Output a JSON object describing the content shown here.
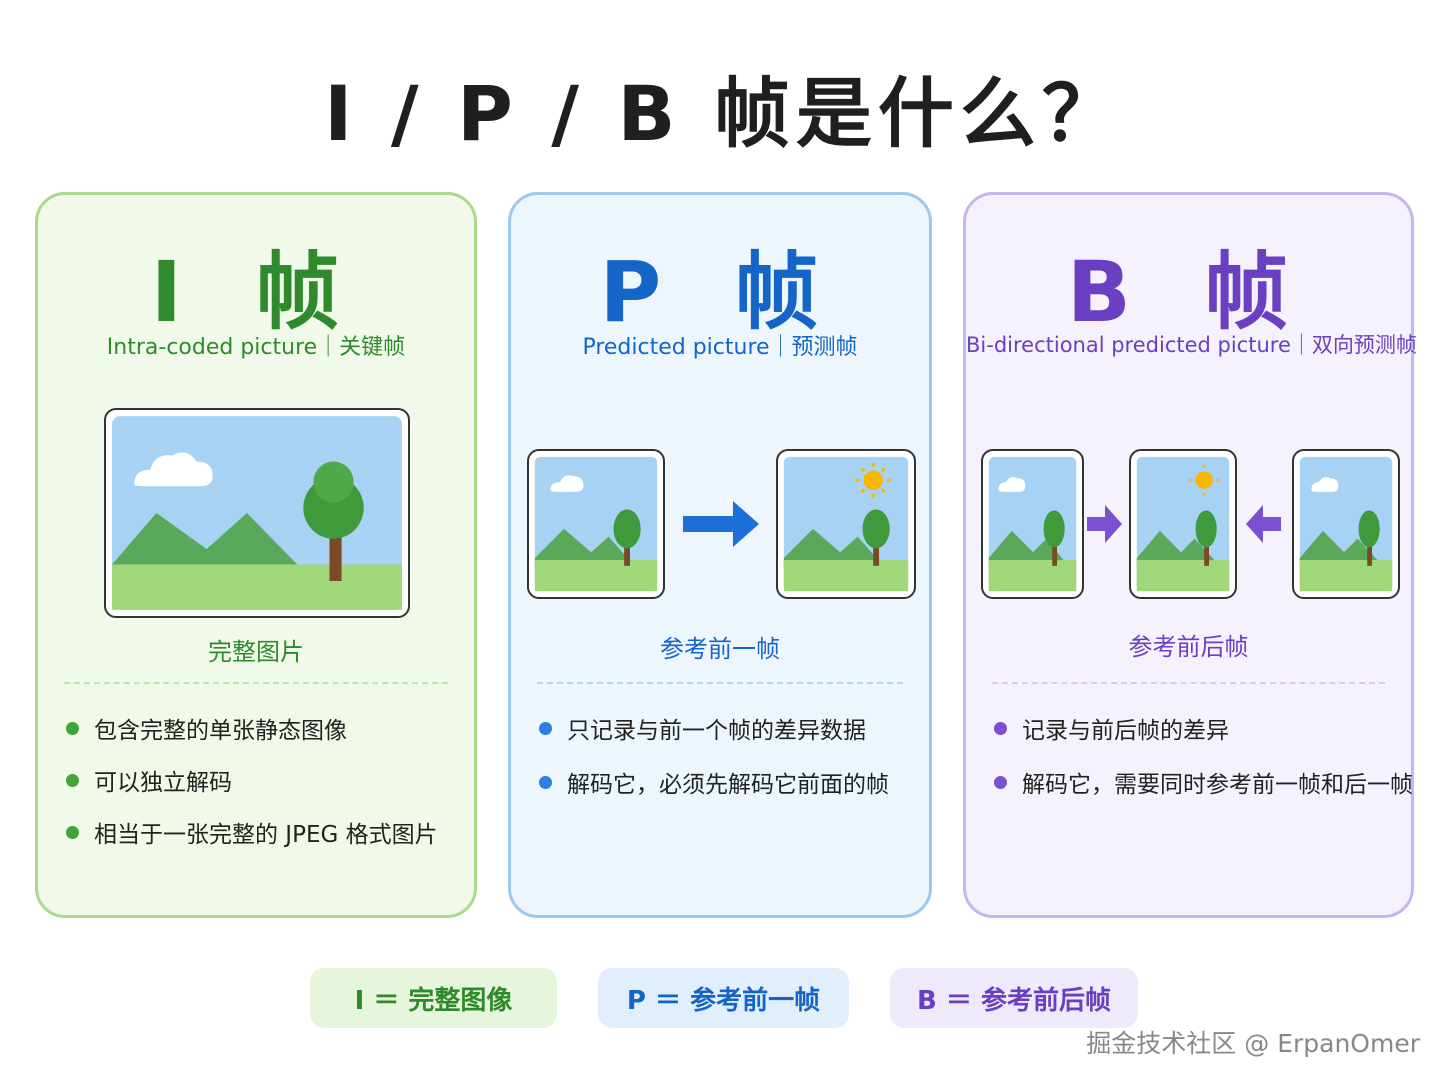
{
  "title": "I / P / B 帧是什么？",
  "colors": {
    "i_accent": "#2f8a2c",
    "p_accent": "#1565c8",
    "b_accent": "#6a3fc2",
    "i_card_bg": "#f1faea",
    "p_card_bg": "#eef6fd",
    "b_card_bg": "#f5f2fd"
  },
  "cards": {
    "i": {
      "heading": "I 帧",
      "subtitle": "Intra-coded picture｜关键帧",
      "caption": "完整图片",
      "bullets": [
        "包含完整的单张静态图像",
        "可以独立解码",
        "相当于一张完整的 JPEG 格式图片"
      ]
    },
    "p": {
      "heading": "P 帧",
      "subtitle": "Predicted picture｜预测帧",
      "caption": "参考前一帧",
      "arrow_icon": "arrow-right-icon",
      "bullets": [
        "只记录与前一个帧的差异数据",
        "解码它，必须先解码它前面的帧"
      ]
    },
    "b": {
      "heading": "B 帧",
      "subtitle": "Bi-directional predicted picture｜双向预测帧",
      "caption": "参考前后帧",
      "arrow_icons": [
        "arrow-right-icon",
        "arrow-left-icon"
      ],
      "bullets": [
        "记录与前后帧的差异",
        "解码它，需要同时参考前一帧和后一帧"
      ]
    }
  },
  "legend": {
    "i": "I ＝ 完整图像",
    "p": "P ＝ 参考前一帧",
    "b": "B ＝ 参考前后帧"
  },
  "watermark": "掘金技术社区 @ ErpanOmer"
}
